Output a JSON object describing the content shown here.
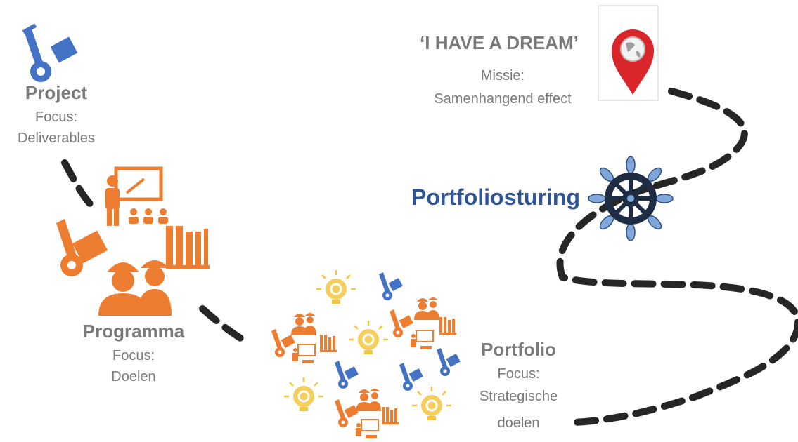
{
  "dream": {
    "title": "‘I HAVE A DREAM’",
    "line1": "Missie:",
    "line2": "Samenhangend effect"
  },
  "portfoliosturing": {
    "label": "Portfoliosturing"
  },
  "project": {
    "title": "Project",
    "line1": "Focus:",
    "line2": "Deliverables"
  },
  "programma": {
    "title": "Programma",
    "line1": "Focus:",
    "line2": "Doelen"
  },
  "portfolio": {
    "title": "Portfolio",
    "line1": "Focus:",
    "line2": "Strategische",
    "line3": "doelen"
  },
  "colors": {
    "blue": "#4472c4",
    "orange": "#ed7d31",
    "yellow": "#f4c542",
    "dark": "#2f5597",
    "path": "#262626"
  },
  "icons": [
    "hand-truck-icon",
    "teacher-presentation-icon",
    "workers-icon",
    "books-icon",
    "lightbulb-gear-icon",
    "location-pin-icon",
    "ship-wheel-icon"
  ]
}
